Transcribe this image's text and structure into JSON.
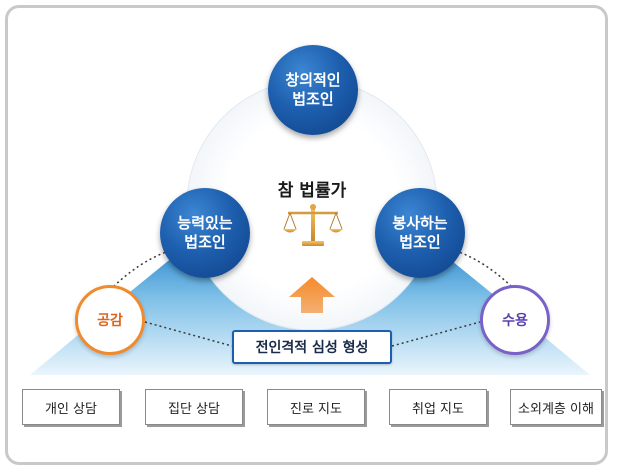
{
  "diagram": {
    "top_circle": {
      "line1": "창의적인",
      "line2": "법조인"
    },
    "left_circle": {
      "line1": "능력있는",
      "line2": "법조인"
    },
    "right_circle": {
      "line1": "봉사하는",
      "line2": "법조인"
    },
    "center_title": "참 법률가",
    "left_small_circle": "공감",
    "right_small_circle": "수용",
    "center_box": "전인격적 심성 형성",
    "bottom_items": [
      "개인 상담",
      "집단 상담",
      "진로 지도",
      "취업 지도",
      "소외계층 이해"
    ],
    "icons": {
      "scale": "scale-icon",
      "arrow": "arrow-up-icon"
    },
    "colors": {
      "blue_dark": "#0f3f86",
      "blue_mid": "#1d5fae",
      "blue_light": "#cfe6f5",
      "orange": "#f08a2c",
      "purple": "#7a61c9"
    }
  }
}
